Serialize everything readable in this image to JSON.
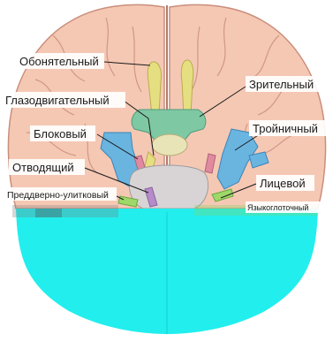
{
  "labels": {
    "olfactory": "Обонятельный",
    "optic": "Зрительный",
    "oculomotor": "Глазодвигательный",
    "trochlear": "Блоковый",
    "trigeminal": "Тройничный",
    "abducens": "Отводящий",
    "facial": "Лицевой",
    "vestibulocochlear": "Преддверно-улитковый",
    "glossopharyngeal": "Языкоглоточный"
  },
  "colors": {
    "brain": "#f5c8b4",
    "sulcus": "#c98f7c",
    "olfactory_nerve": "#e6df82",
    "optic_chiasm": "#7fc8a4",
    "trigeminal_nerve": "#6ab4e0",
    "trochlear_nerve": "#e08aa0",
    "brainstem": "#d8d4d6",
    "lower_region": "#22eeee",
    "leader_line": "#1a1a1a"
  }
}
